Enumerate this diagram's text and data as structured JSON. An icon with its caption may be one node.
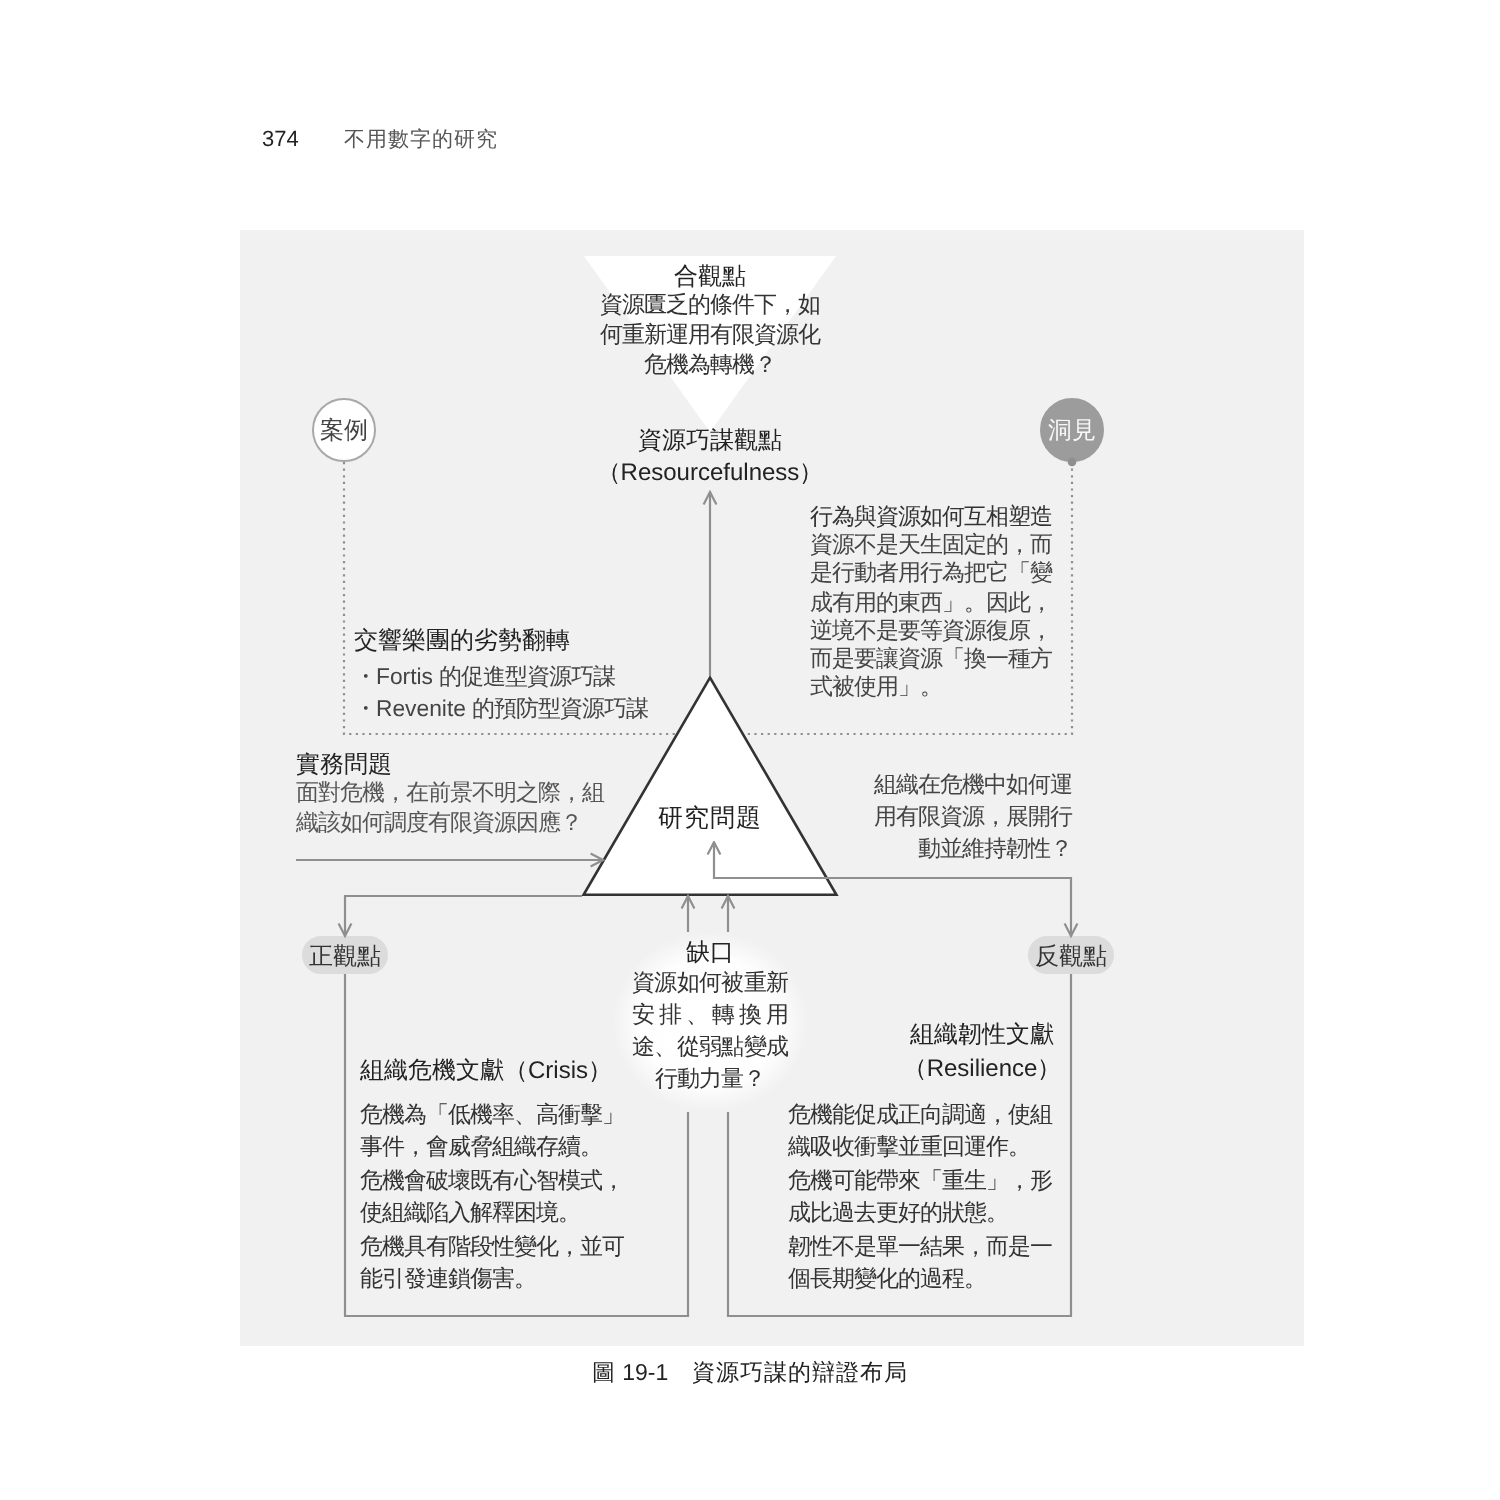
{
  "diagram": {
    "caption": "圖 19-1　資源巧謀的辯證布局",
    "nodes": [
      {
        "text": [
          "合觀點",
          "資源匱乏的條件下，如何重新運用有限資源化危機為轉機？"
        ]
      },
      {
        "text": [
          "案例"
        ]
      },
      {
        "text": [
          "資源巧謀觀點（Resourcefulness）"
        ]
      },
      {
        "text": [
          "洞見"
        ]
      },
      {
        "text": [
          "實務問題",
          "面對危機，在前景不明之際，組織該如何調度有限資源因應？"
        ]
      },
      {
        "text": [
          "研究問題"
        ]
      },
      {
        "text": [
          "正觀點"
        ]
      },
      {
        "text": [
          "缺口",
          "資源如何被重新安排、轉換用途、從弱點變成行動力量？"
        ]
      },
      {
        "text": [
          "反觀點"
        ]
      }
    ],
    "edges": [
      {
        "from": 1,
        "to": 5,
        "arrow": "none",
        "style": "dashed"
      },
      {
        "from": 3,
        "to": 5,
        "arrow": "other",
        "style": "dashed"
      },
      {
        "from": 5,
        "to": 2,
        "arrow": "to"
      },
      {
        "from": 4,
        "to": 5,
        "arrow": "to"
      },
      {
        "from": 5,
        "to": 8,
        "arrow": "both",
        "label": "組織在危機中如何運用有限資源，展開行動並維持韌性？"
      },
      {
        "from": 5,
        "to": 6,
        "arrow": "to"
      },
      {
        "from": 6,
        "to": 7,
        "arrow": "none"
      },
      {
        "from": 8,
        "to": 7,
        "arrow": "none"
      },
      {
        "from": 7,
        "to": 5,
        "arrow": "to"
      },
      {
        "from": 7,
        "to": 5,
        "arrow": "to"
      }
    ],
    "labels": [
      "374",
      "不用數字的研究",
      "交響樂團的劣勢翻轉",
      "・Fortis 的促進型資源巧謀",
      "・Revenite 的預防型資源巧謀",
      "行為與資源如何互相塑造",
      "資源不是天生固定的，而是行動者用行為把它「變成有用的東西」。因此，逆境不是要等資源復原，而是要讓資源「換一種方式被使用」。",
      "組織危機文獻（Crisis）",
      "危機為「低機率、高衝擊」事件，會威脅組織存續。",
      "危機會破壞既有心智模式，使組織陷入解釋困境。",
      "危機具有階段性變化，並可能引發連鎖傷害。",
      "組織韌性文獻（Resilience）",
      "危機能促成正向調適，使組織吸收衝擊並重回運作。",
      "危機可能帶來「重生」，形成比過去更好的狀態。",
      "韌性不是單一結果，而是一個長期變化的過程。"
    ]
  }
}
